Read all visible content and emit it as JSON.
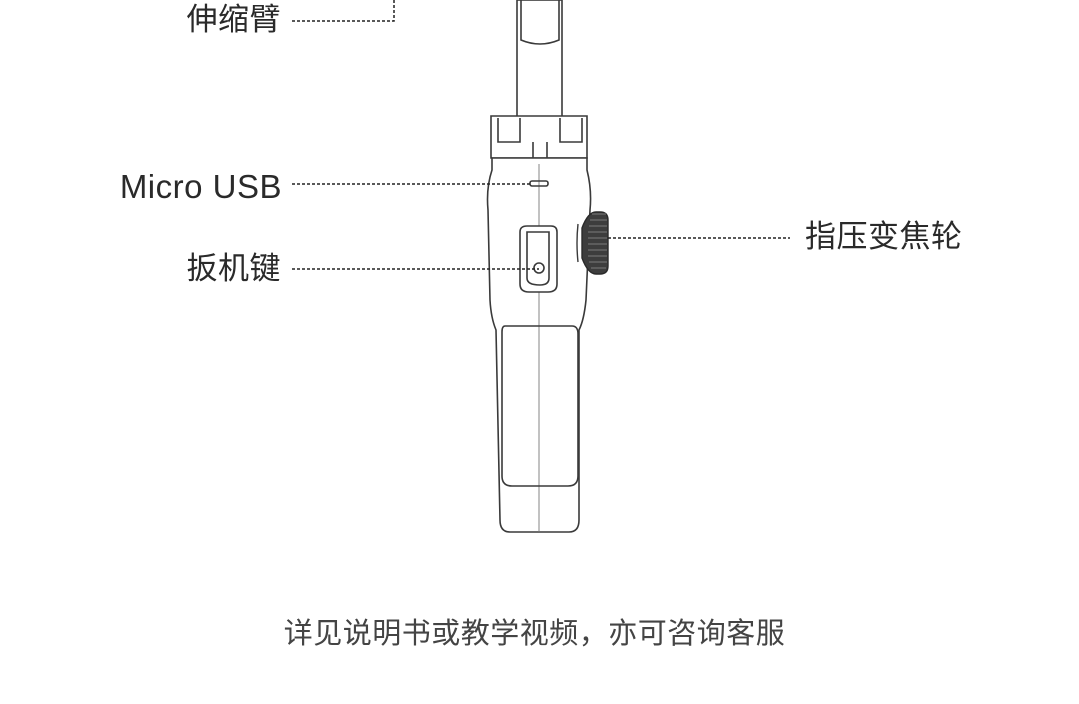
{
  "labels": {
    "telescopic_arm": "伸缩臂",
    "micro_usb": "Micro USB",
    "trigger_button": "扳机键",
    "zoom_wheel": "指压变焦轮"
  },
  "caption": "详见说明书或教学视频，亦可咨询客服"
}
